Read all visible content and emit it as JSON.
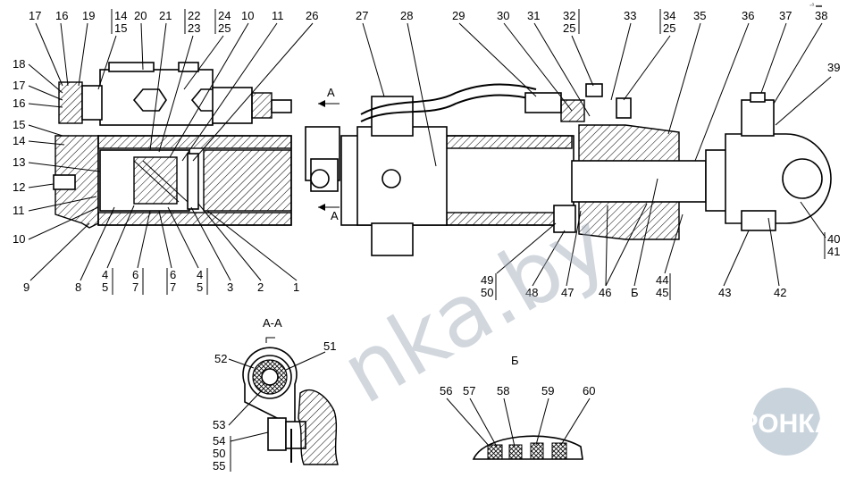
{
  "callouts_top": [
    "17",
    "16",
    "19",
    "14",
    "15",
    "20",
    "21",
    "22",
    "23",
    "24",
    "25",
    "10",
    "11",
    "26",
    "27",
    "28",
    "29",
    "30",
    "31",
    "32",
    "25",
    "33",
    "34",
    "25",
    "35",
    "36",
    "37",
    "38",
    "39"
  ],
  "callouts_left": [
    "18",
    "17",
    "16",
    "15",
    "14",
    "13",
    "12",
    "11",
    "10"
  ],
  "callouts_bottom": [
    "9",
    "8",
    "4",
    "5",
    "6",
    "7",
    "6",
    "7",
    "4",
    "5",
    "3",
    "2",
    "1",
    "49",
    "50",
    "48",
    "47",
    "46",
    "Б",
    "44",
    "45",
    "43",
    "42",
    "40",
    "41"
  ],
  "section_aa": {
    "title": "А-А",
    "callouts": [
      "52",
      "51",
      "53",
      "54",
      "50",
      "55"
    ]
  },
  "section_b": {
    "title": "Б",
    "callouts": [
      "56",
      "57",
      "58",
      "59",
      "60"
    ]
  },
  "section_arrows": [
    "А",
    "А"
  ],
  "watermark": "nka.by",
  "logo": {
    "text": "АГРОНКА",
    "color": "#c9d3dc"
  },
  "corner_mark": "◦ᵃ ▬"
}
